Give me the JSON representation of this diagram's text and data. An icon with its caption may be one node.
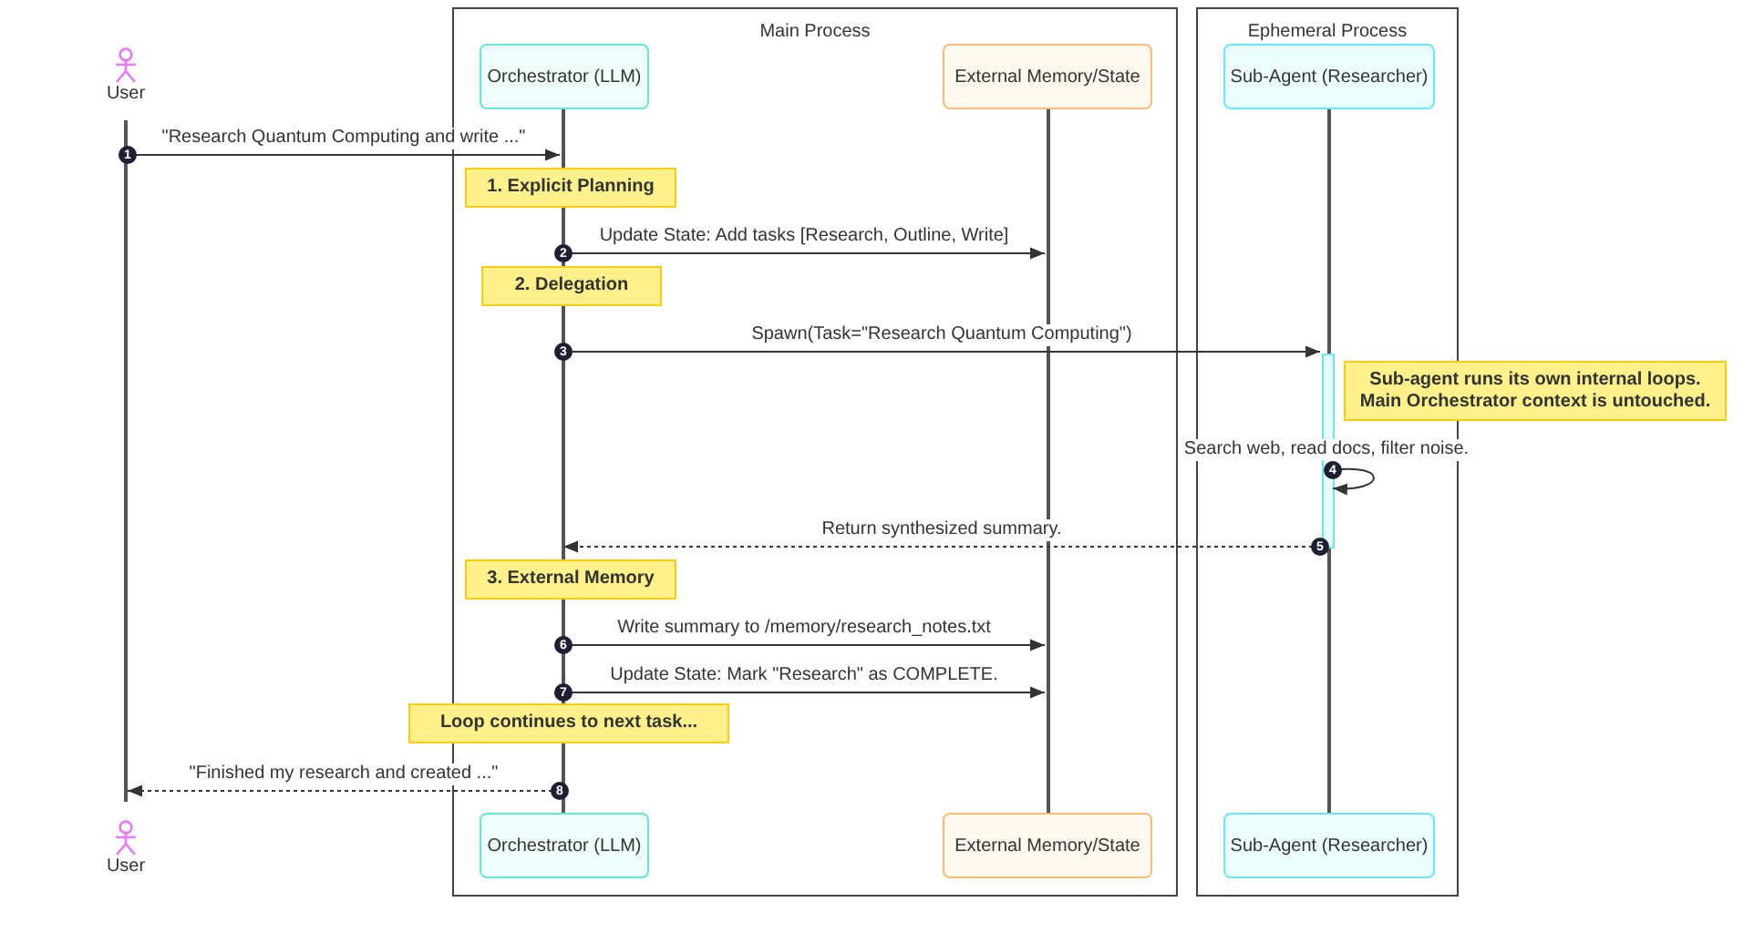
{
  "diagram": {
    "nodes": [
      {
        "text": [
          "Main Process"
        ]
      },
      {
        "text": [
          "Ephemeral Process"
        ]
      },
      {
        "text": [
          "User"
        ]
      },
      {
        "text": [
          "Orchestrator (LLM)"
        ],
        "in": 0
      },
      {
        "text": [
          "External Memory/State"
        ],
        "in": 0
      },
      {
        "text": [
          "Sub-Agent (Researcher)"
        ],
        "in": 1
      },
      {
        "text": [],
        "shape": "bar"
      },
      {
        "text": [],
        "shape": "bar",
        "in": 0
      },
      {
        "text": [],
        "shape": "bar",
        "in": 0
      },
      {
        "text": [],
        "shape": "bar",
        "in": 1
      },
      {
        "text": [],
        "shape": "bar",
        "in": 1
      },
      {
        "text": [
          "1. Explicit Planning"
        ],
        "in": 0
      },
      {
        "text": [
          "2. Delegation"
        ],
        "in": 0
      },
      {
        "text": [
          "Sub-agent runs its own internal loops. Main Orchestrator context is untouched."
        ]
      },
      {
        "text": [
          "3. External Memory"
        ],
        "in": 0
      },
      {
        "text": [
          "Loop continues to next task..."
        ]
      },
      {
        "text": [
          "User"
        ]
      },
      {
        "text": [
          "Orchestrator (LLM)"
        ],
        "in": 0
      },
      {
        "text": [
          "External Memory/State"
        ],
        "in": 0
      },
      {
        "text": [
          "Sub-Agent (Researcher)"
        ],
        "in": 1
      }
    ],
    "edges": [
      {
        "from": 6,
        "to": 7,
        "arrow": "to",
        "label": "\"Research Quantum Computing and write ...\""
      },
      {
        "from": 7,
        "to": 8,
        "arrow": "to",
        "label": "Update State: Add tasks [Research, Outline, Write]"
      },
      {
        "from": 7,
        "to": 10,
        "arrow": "to",
        "label": "Spawn(Task=\"Research Quantum Computing\")"
      },
      {
        "from": 10,
        "to": 10,
        "arrow": "to",
        "label": "Search web, read docs, filter noise."
      },
      {
        "from": 10,
        "to": 7,
        "arrow": "to",
        "label": "Return synthesized summary.",
        "style": "dashed"
      },
      {
        "from": 7,
        "to": 8,
        "arrow": "to",
        "label": "Write summary to /memory/research_notes.txt"
      },
      {
        "from": 7,
        "to": 8,
        "arrow": "to",
        "label": "Update State: Mark \"Research\" as COMPLETE."
      },
      {
        "from": 7,
        "to": 6,
        "arrow": "to",
        "label": "\"Finished my research and created ...\"",
        "style": "dashed"
      }
    ],
    "labels": [
      "1",
      "2",
      "3",
      "4",
      "5",
      "6",
      "7",
      "8"
    ]
  }
}
